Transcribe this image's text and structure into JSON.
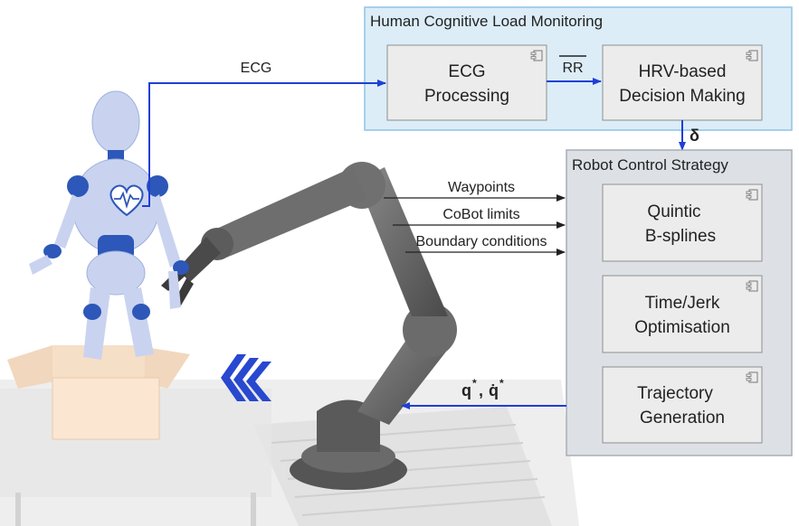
{
  "monitoring": {
    "title": "Human Cognitive Load Monitoring",
    "ecg_block": [
      "ECG",
      "Processing"
    ],
    "hrv_block": [
      "HRV-based",
      "Decision Making"
    ],
    "rr_label": "RR"
  },
  "strategy": {
    "title": "Robot Control Strategy",
    "spline_block": [
      "Quintic",
      "B-splines"
    ],
    "optim_block": [
      "Time/Jerk",
      "Optimisation"
    ],
    "traj_block": [
      "Trajectory",
      "Generation"
    ]
  },
  "signals": {
    "ecg": "ECG",
    "delta": "δ",
    "waypoints": "Waypoints",
    "cobot_limits": "CoBot limits",
    "boundary": "Boundary conditions",
    "q_star": "q",
    "q_sup": "*",
    "qdot_sep": ",",
    "qdot": "q̇",
    "qdot_sup": "*"
  },
  "colors": {
    "monitor_bg": "#dcedf8",
    "monitor_border": "#8fc3e6",
    "strategy_bg": "#dde1e6",
    "strategy_border": "#a7aeb6",
    "block_bg": "#ececec",
    "block_border": "#8e8e8e",
    "blue_arrow": "#1f3fd6",
    "black_arrow": "#222222"
  }
}
